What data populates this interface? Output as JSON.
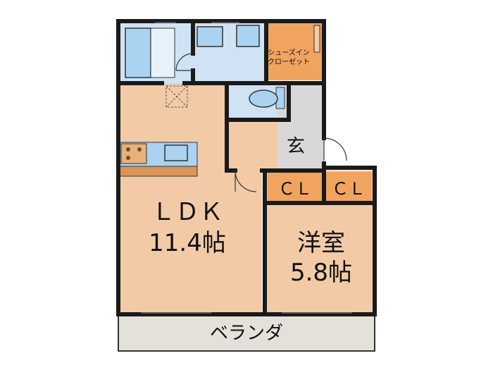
{
  "rooms": {
    "ldk": {
      "name": "ＬＤＫ",
      "size": "11.4帖"
    },
    "western": {
      "name": "洋室",
      "size": "5.8帖"
    },
    "entrance": {
      "name": "玄"
    },
    "shoes_closet": {
      "line1": "シューズイン",
      "line2": "クローゼット"
    },
    "closet_1": {
      "name": "ＣＬ"
    },
    "closet_2": {
      "name": "ＣＬ"
    },
    "balcony": {
      "name": "ベランダ"
    }
  },
  "colors": {
    "wall": "#1a1a1a",
    "wood_floor": "#f2cba6",
    "wet_area": "#cfe3f5",
    "fixture": "#a9d3f0",
    "closet": "#f0a460",
    "entrance": "#d8d8d8",
    "balcony": "#e3e1da",
    "counter": "#d9955a",
    "stove": "#e7b27a"
  }
}
